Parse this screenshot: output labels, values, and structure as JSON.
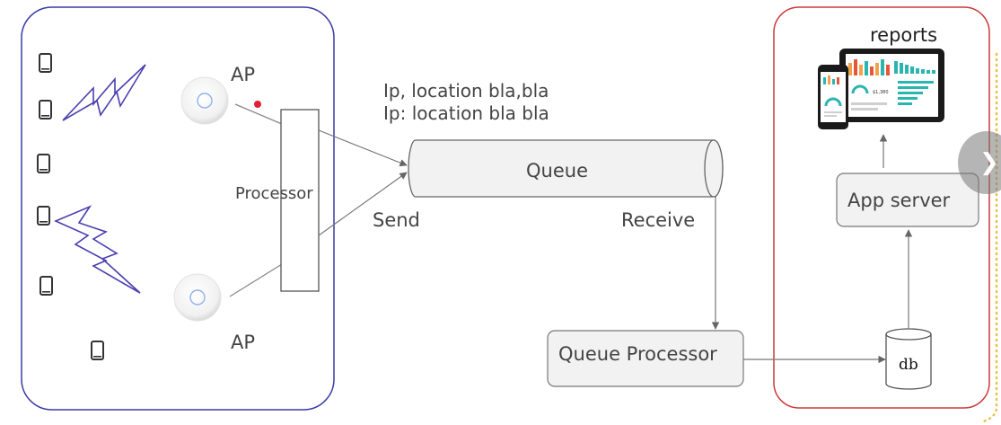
{
  "diagram": {
    "ap_top_label": "AP",
    "ap_bottom_label": "AP",
    "processor_label": "Processor",
    "message_line1": "Ip, location bla,bla",
    "message_line2": "Ip: location bla bla",
    "queue_label": "Queue",
    "send_label": "Send",
    "receive_label": "Receive",
    "queue_processor_label": "Queue Processor",
    "db_label": "db",
    "app_server_label": "App server",
    "reports_label": "reports",
    "dashboard_kpi": "$1,380"
  },
  "icons": {
    "device": "phone-icon",
    "signal": "lightning-icon",
    "access_point": "access-point-icon",
    "next": "chevron-right-icon"
  },
  "colors": {
    "left_frame": "#3a3aaa",
    "right_frame": "#cc3a3a",
    "box_fill": "#f2f2f2",
    "line": "#777777",
    "dot": "#e02030",
    "dotted_border": "#e8c14a"
  }
}
